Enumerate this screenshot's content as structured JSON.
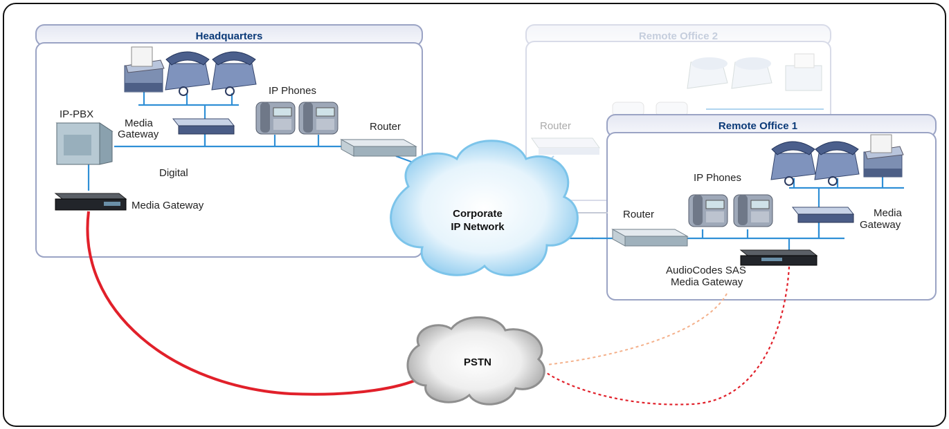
{
  "offices": {
    "headquarters": {
      "title": "Headquarters"
    },
    "remote_office_1": {
      "title": "Remote Office 1"
    },
    "remote_office_2": {
      "title": "Remote Office 2"
    }
  },
  "labels": {
    "hq_ip_phones": "IP Phones",
    "hq_ip_pbx": "IP-PBX",
    "hq_media_gateway_1": "Media",
    "hq_media_gateway_2": "Gateway",
    "hq_router": "Router",
    "hq_digital_1": "Digital",
    "hq_digital_2": "Media Gateway",
    "ro2_router": "Router",
    "ro1_ip_phones": "IP Phones",
    "ro1_router": "Router",
    "ro1_media_gateway_1": "Media",
    "ro1_media_gateway_2": "Gateway",
    "ro1_sas_1": "AudioCodes SAS",
    "ro1_sas_2": "Media Gateway"
  },
  "clouds": {
    "corporate_1": "Corporate",
    "corporate_2": "IP Network",
    "pstn": "PSTN"
  },
  "colors": {
    "title_blue": "#0b3a78",
    "network_line": "#2f8fd6",
    "pstn_link": "#e1202a",
    "faded_link": "#f4b08a",
    "frame": "#9aa3c4"
  }
}
